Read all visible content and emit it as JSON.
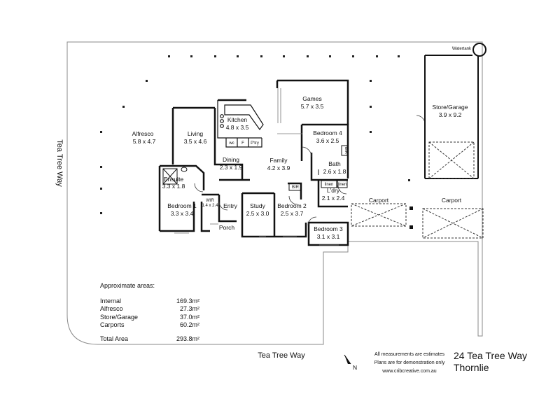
{
  "street": {
    "left": "Tea Tree Way",
    "bottom": "Tea Tree Way"
  },
  "watertank": "Watertank",
  "north": "N",
  "rooms": {
    "alfresco": {
      "name": "Alfresco",
      "size": "5.8 x 4.7"
    },
    "living": {
      "name": "Living",
      "size": "3.5 x 4.6"
    },
    "kitchen": {
      "name": "Kitchen",
      "size": "4.8 x 3.5"
    },
    "games": {
      "name": "Games",
      "size": "5.7 x 3.5"
    },
    "bedroom4": {
      "name": "Bedroom 4",
      "size": "3.6 x 2.5"
    },
    "dining": {
      "name": "Dining",
      "size": "2.3 x 1.9"
    },
    "family": {
      "name": "Family",
      "size": "4.2 x 3.9"
    },
    "bath": {
      "name": "Bath",
      "size": "2.6 x 1.8"
    },
    "ensuite": {
      "name": "Ensuite",
      "size": "3.3 x 1.8"
    },
    "laundry": {
      "name": "L'dry",
      "size": "2.1 x 2.4"
    },
    "bedroom1": {
      "name": "Bedroom 1",
      "size": "3.3 x 3.4"
    },
    "wir": {
      "name": "WIR",
      "size": "1.4 x 2.4"
    },
    "entry": {
      "name": "Entry"
    },
    "study": {
      "name": "Study",
      "size": "2.5 x 3.0"
    },
    "bedroom2": {
      "name": "Bedroom 2",
      "size": "2.5 x 3.7"
    },
    "bedroom3": {
      "name": "Bedroom 3",
      "size": "3.1 x 3.1"
    },
    "porch": {
      "name": "Porch"
    },
    "store_garage": {
      "name": "Store/Garage",
      "size": "3.9 x 9.2"
    },
    "carport1": {
      "name": "Carport"
    },
    "carport2": {
      "name": "Carport"
    }
  },
  "fixtures": {
    "wc": "wc",
    "fridge": "F",
    "pantry": "P'try",
    "bir": "BIR",
    "linen": "linen",
    "bir_small": "BIR",
    "lin2": "linen"
  },
  "areas": {
    "heading": "Approximate areas:",
    "rows": [
      {
        "label": "Internal",
        "value": "169.3m²"
      },
      {
        "label": "Alfresco",
        "value": "27.3m²"
      },
      {
        "label": "Store/Garage",
        "value": "37.0m²"
      },
      {
        "label": "Carports",
        "value": "60.2m²"
      }
    ],
    "total": {
      "label": "Total Area",
      "value": "293.8m²"
    }
  },
  "notes": {
    "line1": "All measurements are estimates",
    "line2": "Plans are for demonstration only",
    "line3": "www.cribcreative.com.au"
  },
  "address": {
    "line1": "24 Tea Tree Way",
    "line2": "Thornlie"
  }
}
